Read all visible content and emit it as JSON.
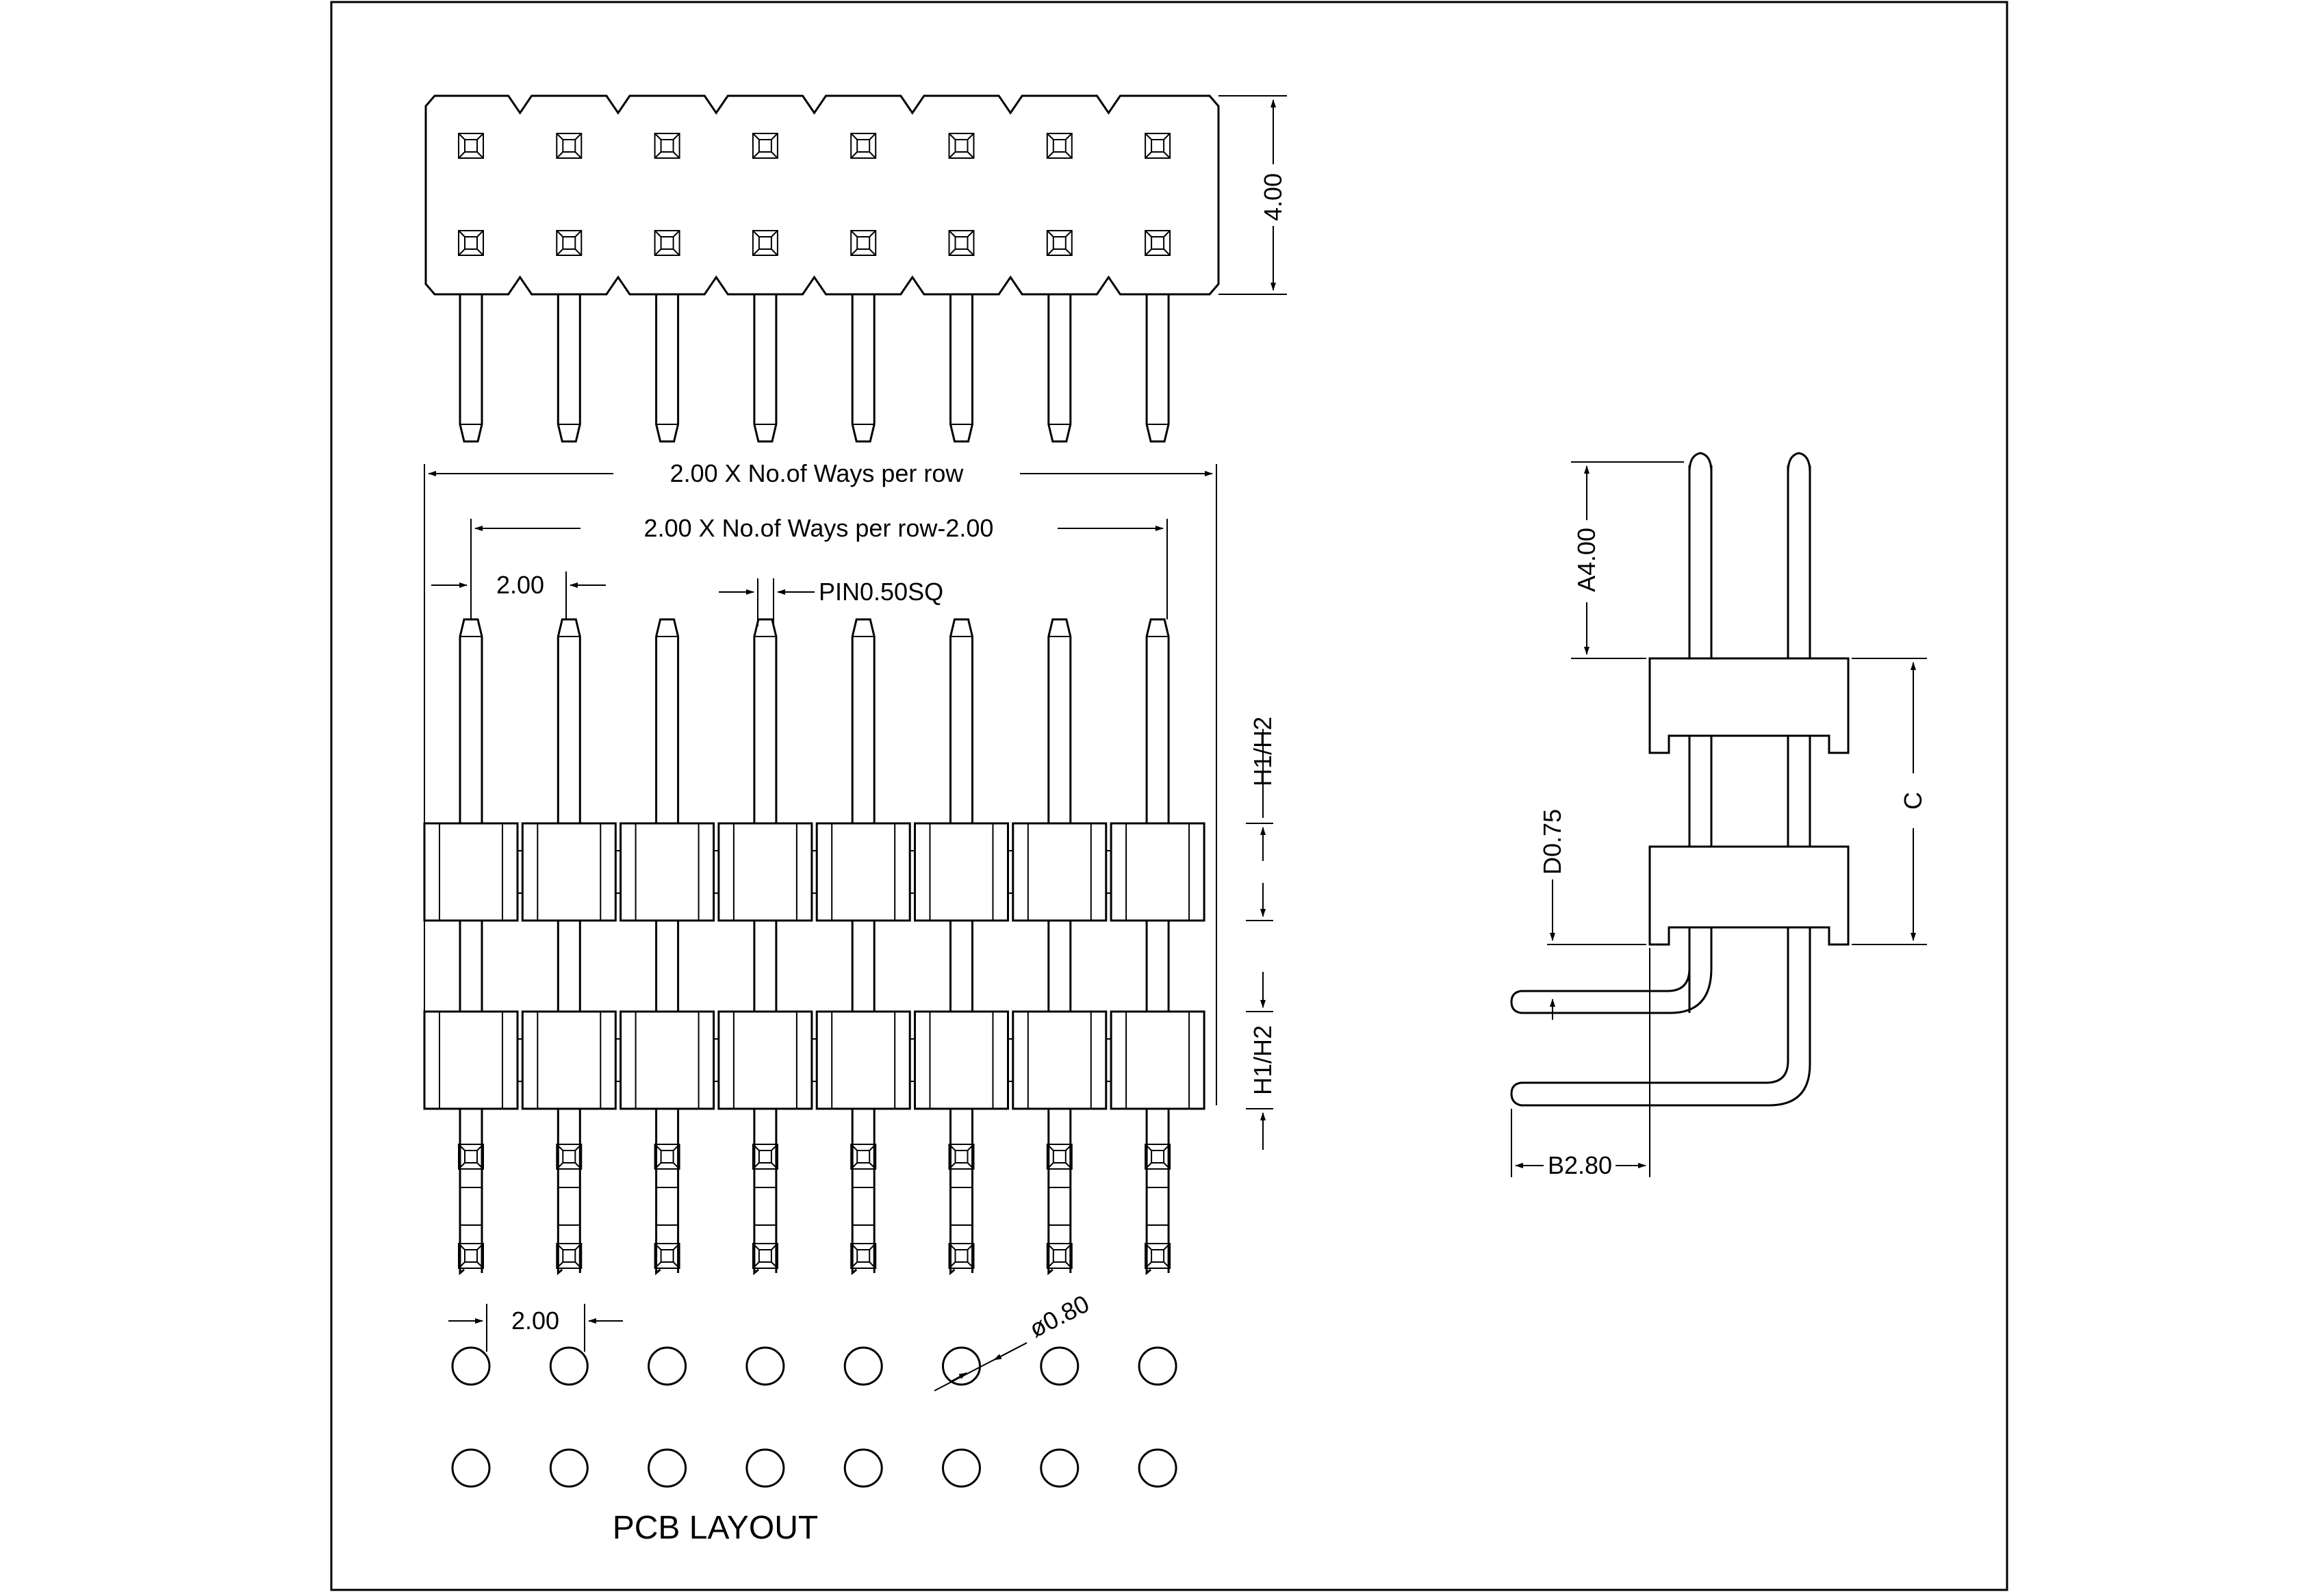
{
  "dimensions": {
    "body_height": "4.00",
    "overall_length": "2.00 X No.of Ways per row",
    "pin_span": "2.00 X No.of Ways per row-2.00",
    "pitch": "2.00",
    "pin_size": "PIN0.50SQ",
    "upper_height": "H1/H2",
    "lower_height": "H1/H2",
    "layout_pitch": "2.00",
    "hole_diameter": "ø0.80",
    "side_a": "A4.00",
    "side_c": "C",
    "side_d": "D0.75",
    "side_b": "B2.80"
  },
  "labels": {
    "pcb_layout": "PCB  LAYOUT"
  },
  "pins_per_row": 8
}
